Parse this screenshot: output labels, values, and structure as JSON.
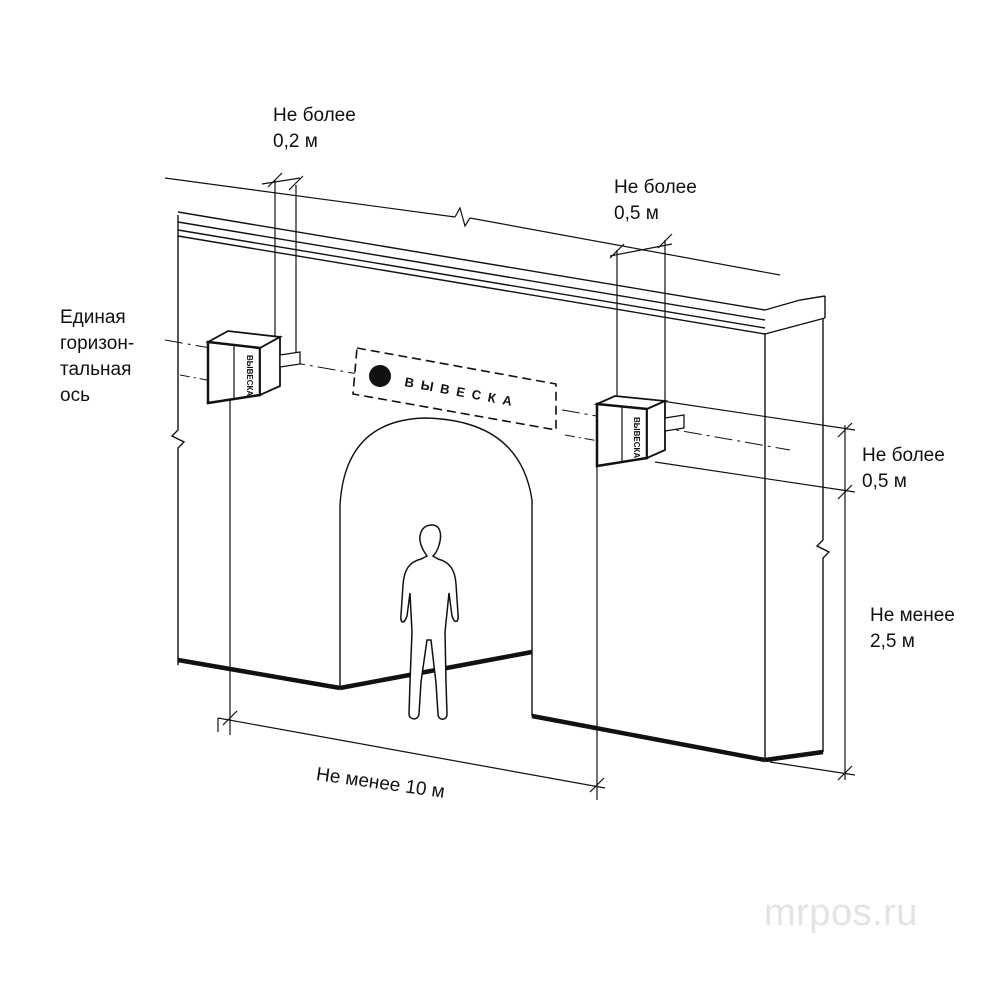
{
  "labels": {
    "top_left": {
      "line1": "Не более",
      "line2": "0,2 м"
    },
    "top_right": {
      "line1": "Не более",
      "line2": "0,5 м"
    },
    "axis": {
      "line1": "Единая",
      "line2": "горизон-",
      "line3": "тальная",
      "line4": "ось"
    },
    "right_offset": {
      "line1": "Не более",
      "line2": "0,5 м"
    },
    "right_height": {
      "line1": "Не менее",
      "line2": "2,5 м"
    },
    "bottom_width": "Не менее 10 м"
  },
  "sign_text": "ВЫВЕСКА",
  "box_sign_text": "ВЫВЕСКА",
  "watermark": "mrpos.ru",
  "colors": {
    "line": "#111111",
    "watermark": "#e3e3e3",
    "background": "#ffffff"
  }
}
